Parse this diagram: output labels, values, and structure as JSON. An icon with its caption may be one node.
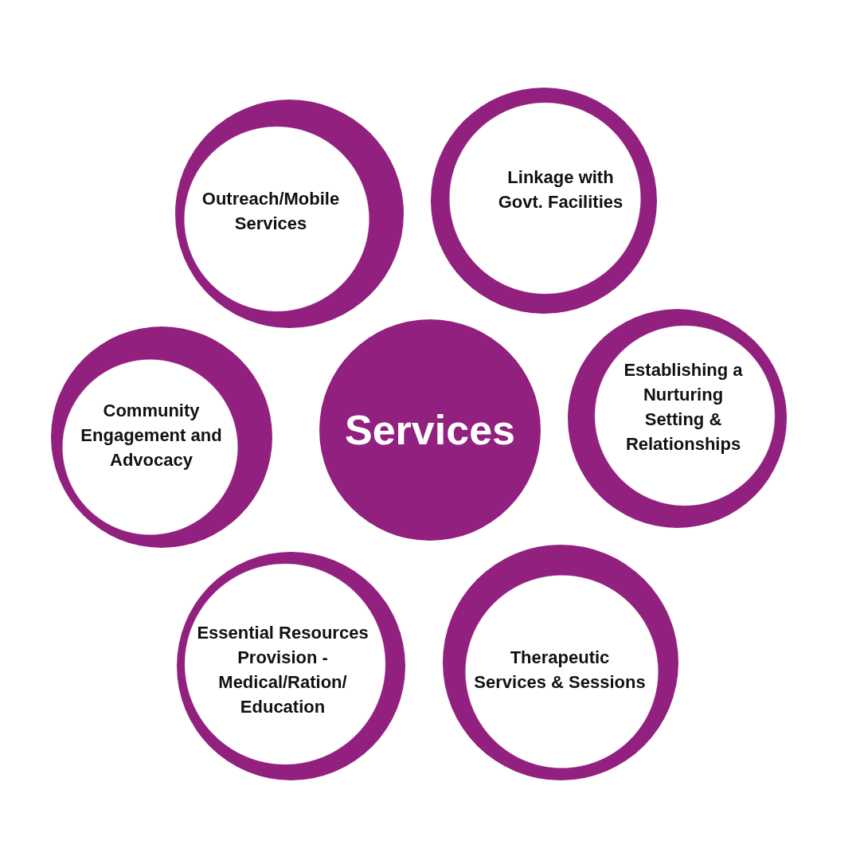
{
  "diagram": {
    "nodes": [
      {
        "text": [
          "Outreach/Mobile Services"
        ]
      },
      {
        "text": [
          "Linkage with Govt. Facilities"
        ]
      },
      {
        "text": [
          "Community Engagement and Advocacy"
        ]
      },
      {
        "text": [
          "Services"
        ]
      },
      {
        "text": [
          "Establishing a Nurturing Setting & Relationships"
        ]
      },
      {
        "text": [
          "Essential Resources Provision - Medical/Ration/ Education"
        ]
      },
      {
        "text": [
          "Therapeutic Services & Sessions"
        ]
      }
    ]
  }
}
